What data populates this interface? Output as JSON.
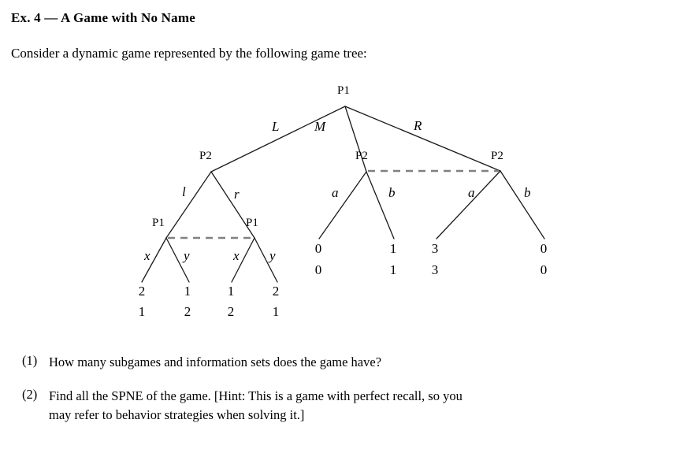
{
  "document": {
    "title": "Ex. 4 — A Game with No Name",
    "intro": "Consider a dynamic game represented by the following game tree:"
  },
  "tree": {
    "root": {
      "player": "P1"
    },
    "root_actions": {
      "left": "L",
      "middle": "M",
      "right": "R"
    },
    "left_subtree": {
      "node_player": "P2",
      "actions": {
        "left": "l",
        "right": "r"
      },
      "children": [
        {
          "player": "P1",
          "actions": {
            "left": "x",
            "right": "y"
          }
        },
        {
          "player": "P1",
          "actions": {
            "left": "x",
            "right": "y"
          }
        }
      ],
      "payoffs": [
        {
          "p1": "2",
          "p2": "1"
        },
        {
          "p1": "1",
          "p2": "2"
        },
        {
          "p1": "1",
          "p2": "2"
        },
        {
          "p1": "2",
          "p2": "1"
        }
      ]
    },
    "middle_subtree": {
      "node_player": "P2",
      "actions": {
        "left": "a",
        "right": "b"
      },
      "payoffs": [
        {
          "p1": "0",
          "p2": "0"
        },
        {
          "p1": "1",
          "p2": "1"
        }
      ]
    },
    "right_subtree": {
      "node_player": "P2",
      "actions": {
        "left": "a",
        "right": "b"
      },
      "payoffs": [
        {
          "p1": "3",
          "p2": "3"
        },
        {
          "p1": "0",
          "p2": "0"
        }
      ]
    },
    "colors": {
      "edge": "#1a1a1a",
      "information_set": "#808080"
    }
  },
  "questions": [
    {
      "number": "(1)",
      "lines": [
        "How many subgames and information sets does the game have?"
      ]
    },
    {
      "number": "(2)",
      "lines": [
        "Find all the SPNE of the game.  [Hint:  This is a game with perfect recall, so you",
        "may refer to behavior strategies when solving it.]"
      ]
    }
  ]
}
